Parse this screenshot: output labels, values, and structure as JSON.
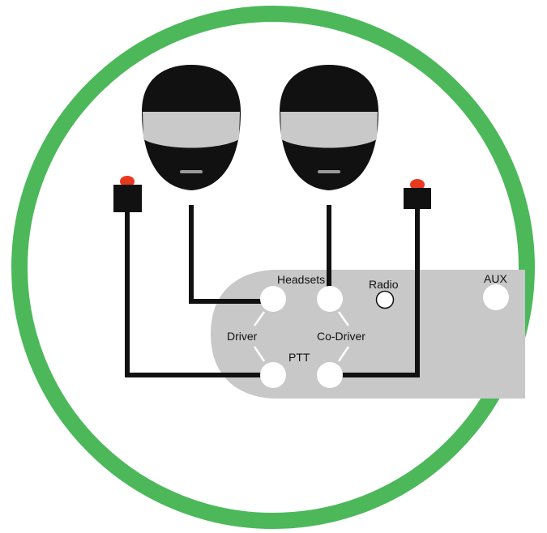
{
  "labels": {
    "headsets": "Headsets",
    "radio": "Radio",
    "aux": "AUX",
    "driver": "Driver",
    "co_driver": "Co-Driver",
    "ptt": "PTT"
  },
  "colors": {
    "ring": "#4cb85a",
    "panel": "#c8c8c8",
    "helmet_shell": "#111111",
    "helmet_visor": "#c9c9c9",
    "wire": "#111111",
    "button_red": "#e8391f",
    "jack_fill": "#ffffff"
  },
  "icons": {
    "helmet": "helmet-icon",
    "ptt_switch": "ptt-switch-icon"
  }
}
